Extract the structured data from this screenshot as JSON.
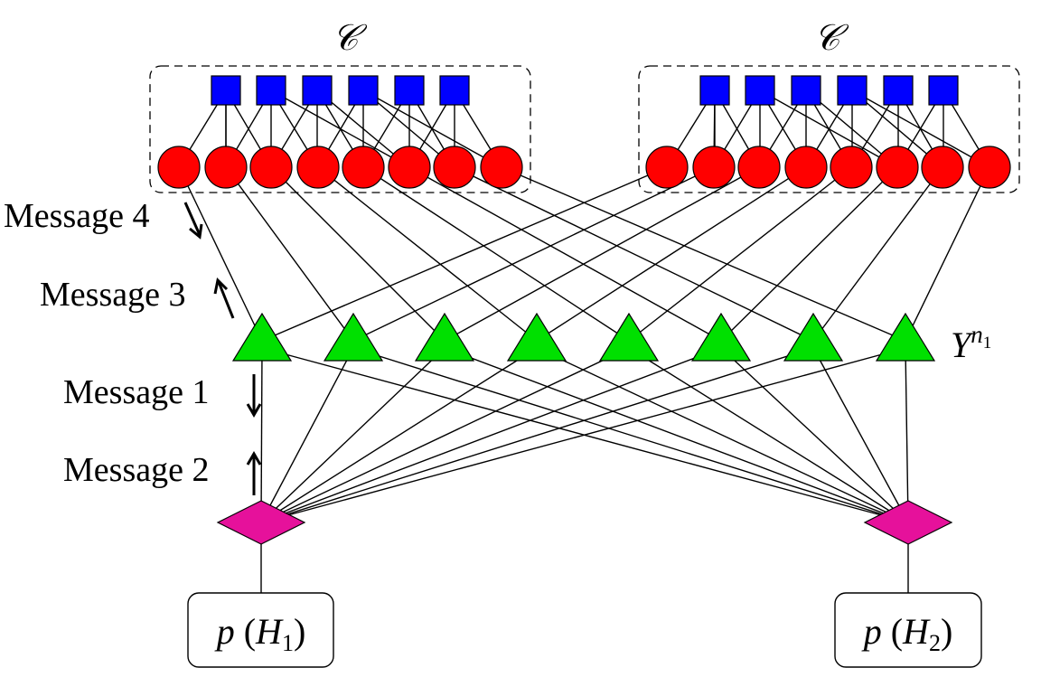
{
  "codes": [
    {
      "label": "𝒞",
      "checks": 6,
      "variables": 8
    },
    {
      "label": "𝒞",
      "checks": 6,
      "variables": 8
    }
  ],
  "observations": {
    "count": 8,
    "label_base": "Y",
    "label_sup": "n",
    "label_sub": "1"
  },
  "hypotheses": [
    {
      "prior_prefix": "p",
      "prior_var": "H",
      "prior_sub": "1"
    },
    {
      "prior_prefix": "p",
      "prior_var": "H",
      "prior_sub": "2"
    }
  ],
  "messages": [
    {
      "label": "Message 4",
      "direction": "down-right"
    },
    {
      "label": "Message 3",
      "direction": "up-left"
    },
    {
      "label": "Message 1",
      "direction": "down"
    },
    {
      "label": "Message 2",
      "direction": "up"
    }
  ],
  "colors": {
    "check": "#0000ff",
    "variable": "#ff0000",
    "observation": "#00e000",
    "hypothesis": "#e6119b"
  }
}
